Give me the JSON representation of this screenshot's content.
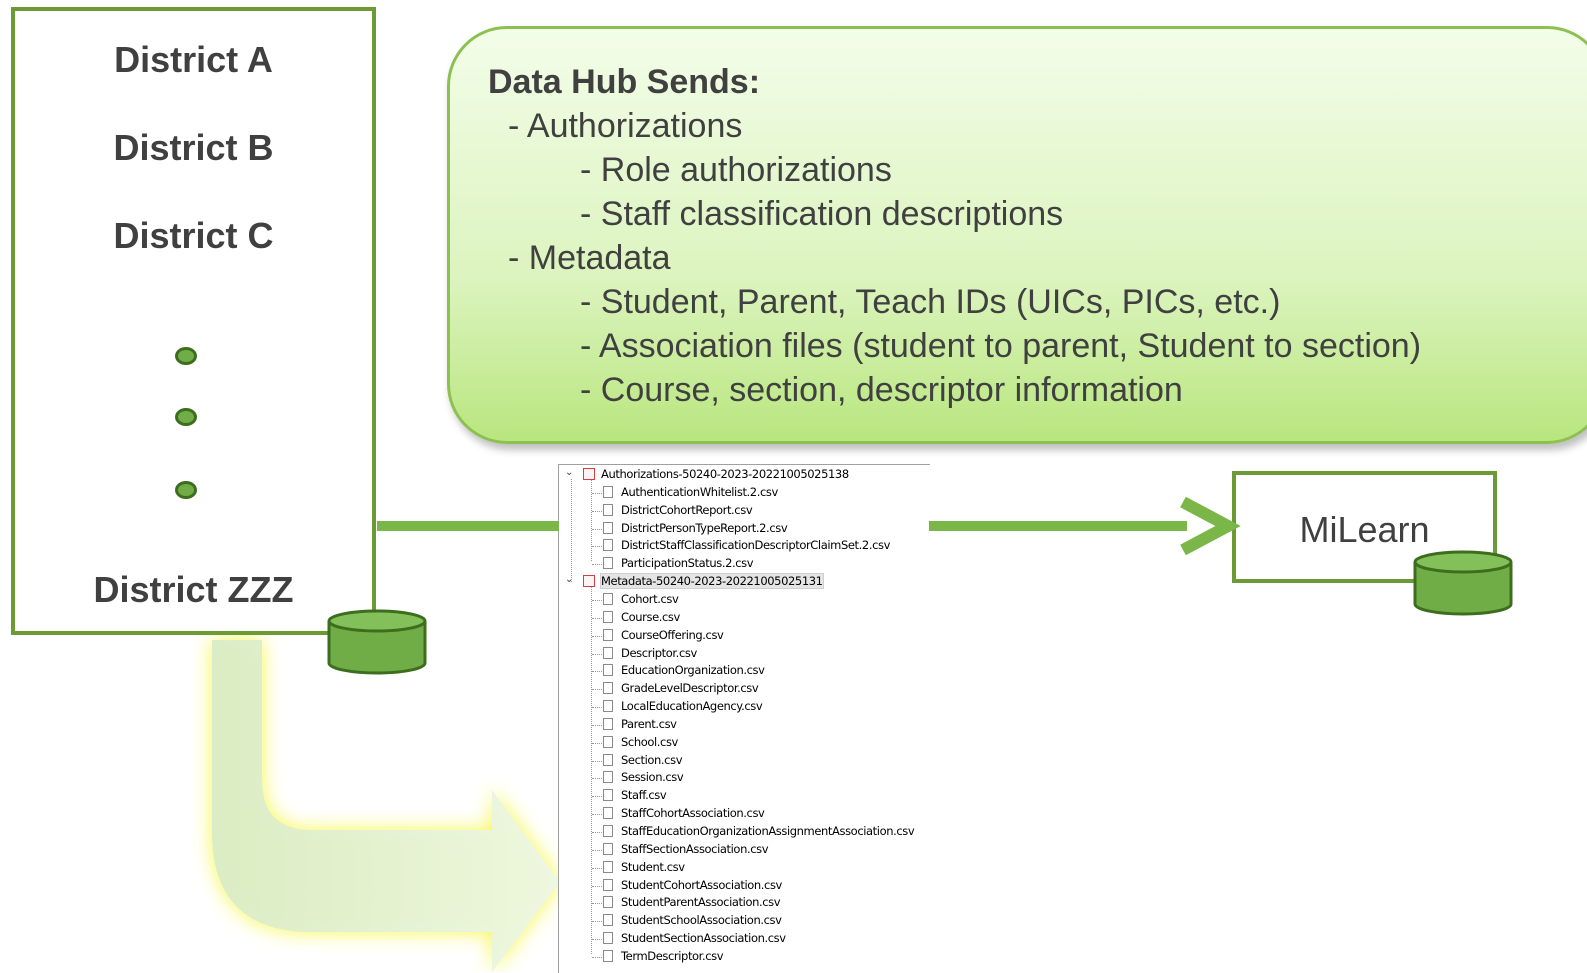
{
  "districts": {
    "items": [
      "District A",
      "District B",
      "District C"
    ],
    "last": "District ZZZ"
  },
  "bubble": {
    "title": "Data Hub Sends:",
    "lines": [
      "- Authorizations",
      "- Role authorizations",
      "- Staff classification descriptions",
      "- Metadata",
      "- Student, Parent, Teach IDs (UICs, PICs, etc.)",
      "- Association files (student to parent, Student to section)",
      "- Course, section, descriptor information"
    ]
  },
  "tree": {
    "folders": [
      {
        "name": "Authorizations-50240-2023-20221005025138",
        "files": [
          "AuthenticationWhitelist.2.csv",
          "DistrictCohortReport.csv",
          "DistrictPersonTypeReport.2.csv",
          "DistrictStaffClassificationDescriptorClaimSet.2.csv",
          "ParticipationStatus.2.csv"
        ]
      },
      {
        "name": "Metadata-50240-2023-20221005025131",
        "files": [
          "Cohort.csv",
          "Course.csv",
          "CourseOffering.csv",
          "Descriptor.csv",
          "EducationOrganization.csv",
          "GradeLevelDescriptor.csv",
          "LocalEducationAgency.csv",
          "Parent.csv",
          "School.csv",
          "Section.csv",
          "Session.csv",
          "Staff.csv",
          "StaffCohortAssociation.csv",
          "StaffEducationOrganizationAssignmentAssociation.csv",
          "StaffSectionAssociation.csv",
          "Student.csv",
          "StudentCohortAssociation.csv",
          "StudentParentAssociation.csv",
          "StudentSchoolAssociation.csv",
          "StudentSectionAssociation.csv",
          "TermDescriptor.csv"
        ]
      }
    ]
  },
  "milearn": {
    "label": "MiLearn"
  },
  "colors": {
    "border_green": "#6c9b35",
    "arrow_green": "#7ab648",
    "cylinder_fill": "#70ad47",
    "cylinder_stroke": "#3d6e1d",
    "glow_yellow": "#f7f73a",
    "text_gray": "#404040"
  },
  "icons": [
    "chevron-down-icon",
    "zip-folder-icon",
    "file-icon",
    "database-cylinder-icon",
    "arrow-right-icon"
  ]
}
